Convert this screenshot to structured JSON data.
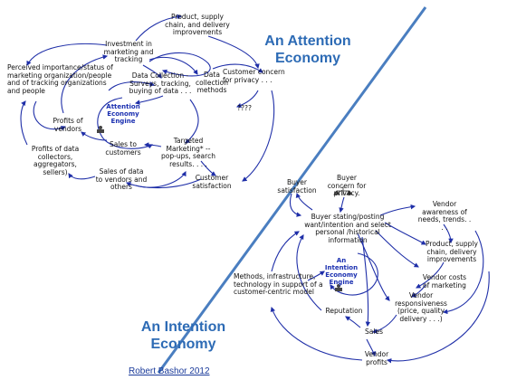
{
  "title_attention": "An Attention\nEconomy",
  "title_intention": "An Intention\nEconomy",
  "credit": "Robert Bashor 2012",
  "attention": {
    "engine": "Attention\nEconomy\nEngine",
    "product": "Product, supply\nchain, and delivery\nimprovements",
    "investment": "Investment in\nmarketing and\ntracking",
    "perceived": "Perceived importance/status of\nmarketing organization/people\nand of tracking organizations\nand people",
    "data_collection": "Data Collection -\nSurveys, tracking,\nbuying of data . . .",
    "data_methods": "Data\ncollection\nmethods",
    "concern": "Customer concern\nfor privacy . . .",
    "unknown": "????",
    "profits_vendors": "Profits of\nvendors",
    "profits_data": "Profits of data\ncollectors,\naggregators,\nsellers)",
    "sales_customers": "Sales to\ncustomers",
    "targeted": "Targeted\nMarketing* --\npop-ups, search\nresults. . . .",
    "sales_data": "Sales of data\nto vendors and\nothers",
    "satisfaction": "Customer\nsatisfaction"
  },
  "intention": {
    "engine": "An\nIntention\nEconomy\nEngine",
    "buyer_satisfaction": "Buyer\nsatisfaction",
    "buyer_concern": "Buyer\nconcern for\nprivacy.",
    "buyer_stating": "Buyer stating/posting\nwant/intention and select\npersonal /historical\ninformation",
    "vendor_awareness": "Vendor\nawareness of\nneeds, trends. .\n. .",
    "product": "Product, supply\nchain, delivery\nimprovements",
    "vendor_costs": "Vendor costs\nof marketing",
    "vendor_responsiveness": "Vendor\nresponsiveness\n(price, quality\ndelivery . . .)",
    "methods": "Methods, infrastructure,\ntechnology in support of a\ncustomer-centric model",
    "reputation": "Reputation",
    "sales": "Sales",
    "vendor_profits": "Vendor\nprofits"
  },
  "colors": {
    "arrow": "#1f2fa8",
    "diagonal": "#4a7ec0",
    "headline": "#2d6bb5",
    "engine": "#1a2fb0"
  }
}
